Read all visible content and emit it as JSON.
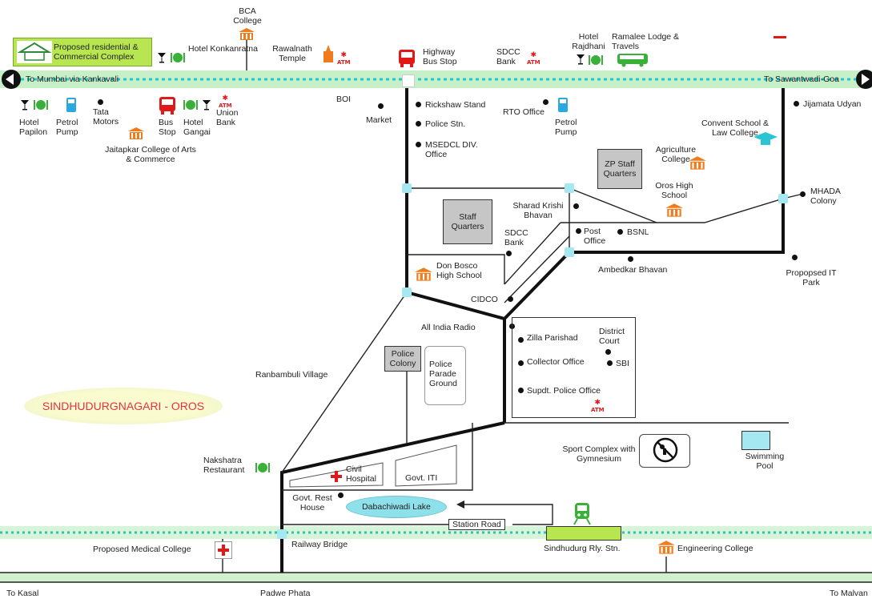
{
  "map_title": "SINDHUDURGNAGARI - OROS",
  "highway": {
    "left_label": "To Mumbai via Kankavali",
    "right_label": "To Sawantwadi-Goa"
  },
  "bottom_road": {
    "left": "To Kasal",
    "center": "Padwe Phata",
    "right": "To Malvan"
  },
  "legend": {
    "proposed_complex": "Proposed residential & Commercial Complex"
  },
  "top_places": {
    "bca": "BCA College",
    "konkanratna": "Hotel Konkanratna",
    "rawalnath": "Rawalnath Temple",
    "highway_bus": "Highway Bus Stop",
    "sdcc_top": "SDCC Bank",
    "rajdhani": "Hotel Rajdhani",
    "ramalee": "Ramalee Lodge & Travels"
  },
  "below_highway": {
    "papilon": "Hotel Papilon",
    "petrol1": "Petrol Pump",
    "tata": "Tata Motors",
    "jaitapkar": "Jaitapkar College of Arts & Commerce",
    "busstop": "Bus Stop",
    "gangai": "Hotel Gangai",
    "union": "Union Bank",
    "boi": "BOI",
    "market": "Market",
    "rickshaw": "Rickshaw Stand",
    "police_stn": "Police Stn.",
    "msedcl": "MSEDCL DIV. Office",
    "rto": "RTO Office",
    "petrol2": "Petrol Pump",
    "jijamata": "Jijamata Udyan",
    "convent": "Convent School & Law College",
    "agri": "Agriculture College",
    "zp": "ZP Staff Quarters",
    "oros_hs": "Oros High School",
    "mhada": "MHADA Colony",
    "sharad": "Sharad Krishi Bhavan",
    "staff_q": "Staff Quarters",
    "sdcc_mid": "SDCC Bank",
    "post": "Post Office",
    "bsnl": "BSNL",
    "ambedkar": "Ambedkar Bhavan",
    "it_park": "Propopsed IT Park",
    "don_bosco": "Don Bosco High School",
    "cidco": "CIDCO",
    "air": "All India Radio",
    "zilla": "Zilla Parishad",
    "court": "District Court",
    "collector": "Collector Office",
    "sbi": "SBI",
    "supdt": "Supdt. Police Office",
    "police_colony": "Police Colony",
    "parade": "Police Parade Ground",
    "ranbambuli": "Ranbambuli Village",
    "sport": "Sport Complex with Gymnesium",
    "pool": "Swimming Pool",
    "nakshatra": "Nakshatra Restaurant",
    "civil": "Civil Hospital",
    "iti": "Govt. ITI",
    "rest_house": "Govt. Rest House",
    "lake": "Dabachiwadi Lake",
    "station_road": "Station Road",
    "medical": "Proposed Medical College",
    "rly_bridge": "Railway Bridge",
    "rly_stn": "Sindhudurg Rly. Stn.",
    "engg": "Engineering College"
  },
  "atm_text": "ATM",
  "colors": {
    "highway_band": "#c8f0c8",
    "highway_dash": "#22c4d0",
    "node": "#a6e8f2",
    "icon_orange": "#f07b1c",
    "icon_red": "#e01818",
    "icon_green": "#3ab03a",
    "road": "#111111"
  }
}
